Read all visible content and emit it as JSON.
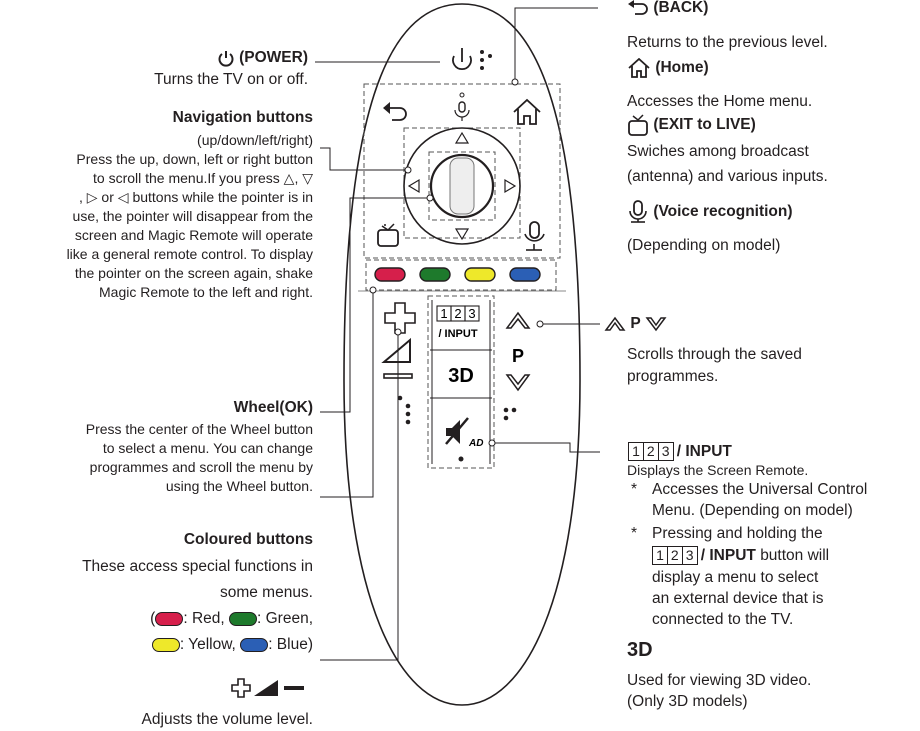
{
  "left": {
    "power_title": "(POWER)",
    "power_desc": "Turns the TV on or off.",
    "nav_title": "Navigation buttons",
    "nav_sub": "(up/down/left/right)",
    "nav_desc_1": "Press the up, down, left or right button",
    "nav_desc_2a": "to scroll the menu.If you press",
    "nav_desc_3a": "or",
    "nav_desc_3b": "buttons while the pointer is in",
    "nav_desc_4": "use, the pointer will disappear from the",
    "nav_desc_5": "screen and Magic Remote will operate",
    "nav_desc_6": "like a general remote control. To display",
    "nav_desc_7": "the pointer on the screen again, shake",
    "nav_desc_8": "Magic Remote to the left and right.",
    "wheel_title": "Wheel(OK)",
    "wheel_desc_1": "Press the center of the Wheel button",
    "wheel_desc_2": "to select a menu. You can change",
    "wheel_desc_3": "programmes and scroll the menu by",
    "wheel_desc_4": "using the Wheel button.",
    "colour_title": "Coloured buttons",
    "colour_desc_1": "These access special functions in",
    "colour_desc_2": "some menus.",
    "red": ": Red,",
    "green": ": Green,",
    "yellow": ": Yellow,",
    "blue": ": Blue)",
    "vol_desc": "Adjusts the volume level."
  },
  "right": {
    "back_title": "(BACK)",
    "back_desc": "Returns to the previous level.",
    "home_title": "(Home)",
    "home_desc": "Accesses the Home menu.",
    "exit_title": "(EXIT to LIVE)",
    "exit_desc_1": "Swiches among broadcast",
    "exit_desc_2": "(antenna) and various inputs.",
    "voice_title": "(Voice recognition)",
    "voice_desc": "(Depending on model)",
    "prog_p": "P",
    "prog_desc_1": "Scrolls through the saved",
    "prog_desc_2": "programmes.",
    "input_title": "/ INPUT",
    "input_desc": "Displays the Screen Remote.",
    "bullet_1a": "Accesses the Universal Control",
    "bullet_1b": "Menu. (Depending on model)",
    "bullet_2a": "Pressing and holding the",
    "bullet_2b_bold": "/ INPUT",
    "bullet_2b": "button will",
    "bullet_2c": "display a menu to select",
    "bullet_2d": "an external device that is",
    "bullet_2e": "connected to the TV.",
    "three_d_desc_1": "Used for viewing 3D video.",
    "three_d_desc_2": "(Only 3D models)"
  },
  "remote": {
    "p_label": "P",
    "input_label": "/ INPUT",
    "three_d_label": "3D",
    "ad_label": "AD",
    "digits": [
      "1",
      "2",
      "3"
    ]
  },
  "colors": {
    "red": "#d61f4b",
    "green": "#1e7a2c",
    "yellow": "#eee82a",
    "blue": "#2b5fb5",
    "line": "#231f20",
    "dash": "#555555"
  }
}
